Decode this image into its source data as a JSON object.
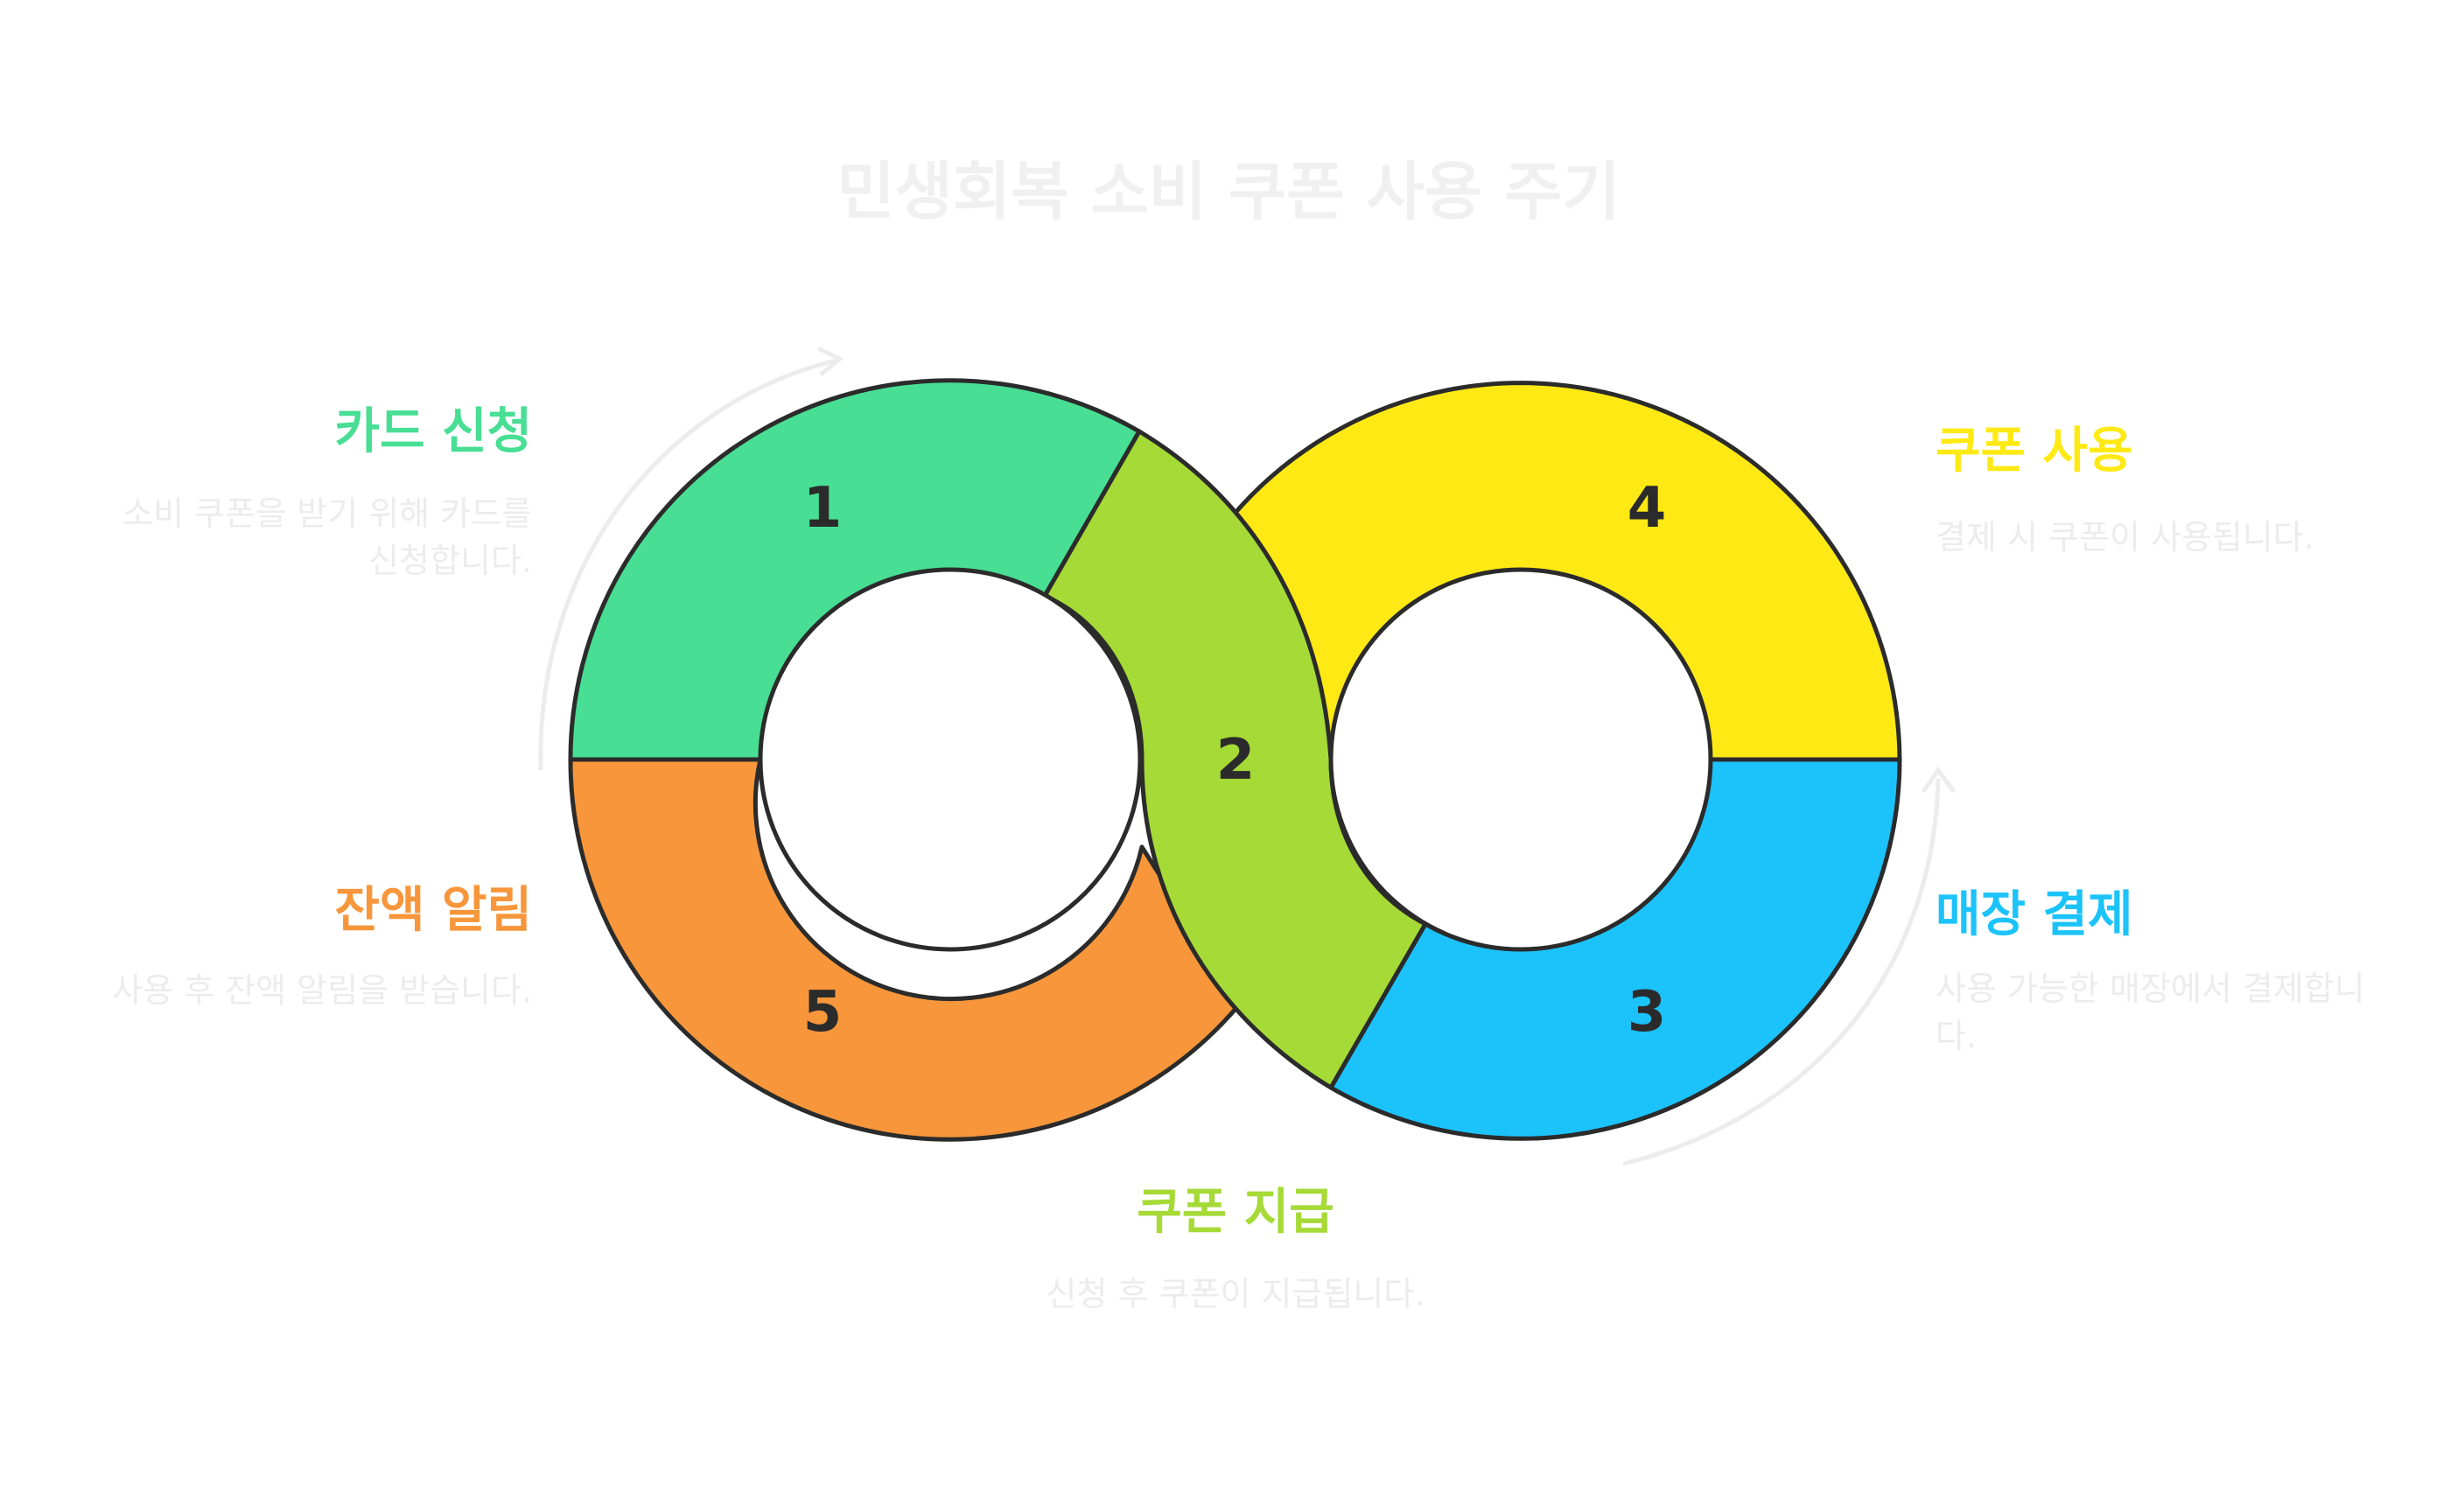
{
  "title": "민생회복 소비 쿠폰 사용 주기",
  "steps": [
    {
      "number": "1",
      "title": "카드 신청",
      "description": "소비 쿠폰을 받기 위해 카드를 신청합니다.",
      "color": "#48DE94"
    },
    {
      "number": "2",
      "title": "쿠폰 지급",
      "description": "신청 후 쿠폰이 지급됩니다.",
      "color": "#A6DA36"
    },
    {
      "number": "3",
      "title": "매장 결제",
      "description": "사용 가능한 매장에서 결제합니다.",
      "color": "#1CC3FB"
    },
    {
      "number": "4",
      "title": "쿠폰 사용",
      "description": "결제 시 쿠폰이 사용됩니다.",
      "color": "#FFE915"
    },
    {
      "number": "5",
      "title": "잔액 알림",
      "description": "사용 후 잔액 알림을 받습니다.",
      "color": "#F7963A"
    }
  ],
  "colors": {
    "outline": "#2b2b2b",
    "arrow": "#ececec",
    "title": "#f0f0f0",
    "description": "#ececec"
  }
}
